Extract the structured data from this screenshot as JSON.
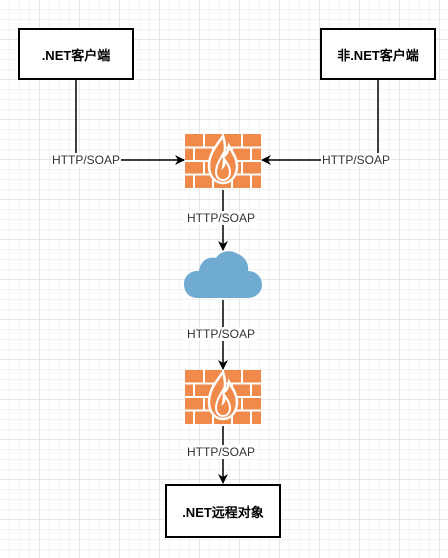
{
  "nodes": {
    "client_net": ".NET客户端",
    "client_other": "非.NET客户端",
    "remote_object": ".NET远程对象"
  },
  "edges": {
    "left_to_firewall": "HTTP/SOAP",
    "right_to_firewall": "HTTP/SOAP",
    "firewall_to_cloud": "HTTP/SOAP",
    "cloud_to_firewall": "HTTP/SOAP",
    "firewall_to_remote": "HTTP/SOAP"
  },
  "icons": {
    "firewall_top": "firewall-icon",
    "cloud": "cloud-icon",
    "firewall_bottom": "firewall-icon"
  },
  "colors": {
    "firewall": "#f08a4b",
    "cloud": "#6fabd0",
    "line": "#000000"
  }
}
